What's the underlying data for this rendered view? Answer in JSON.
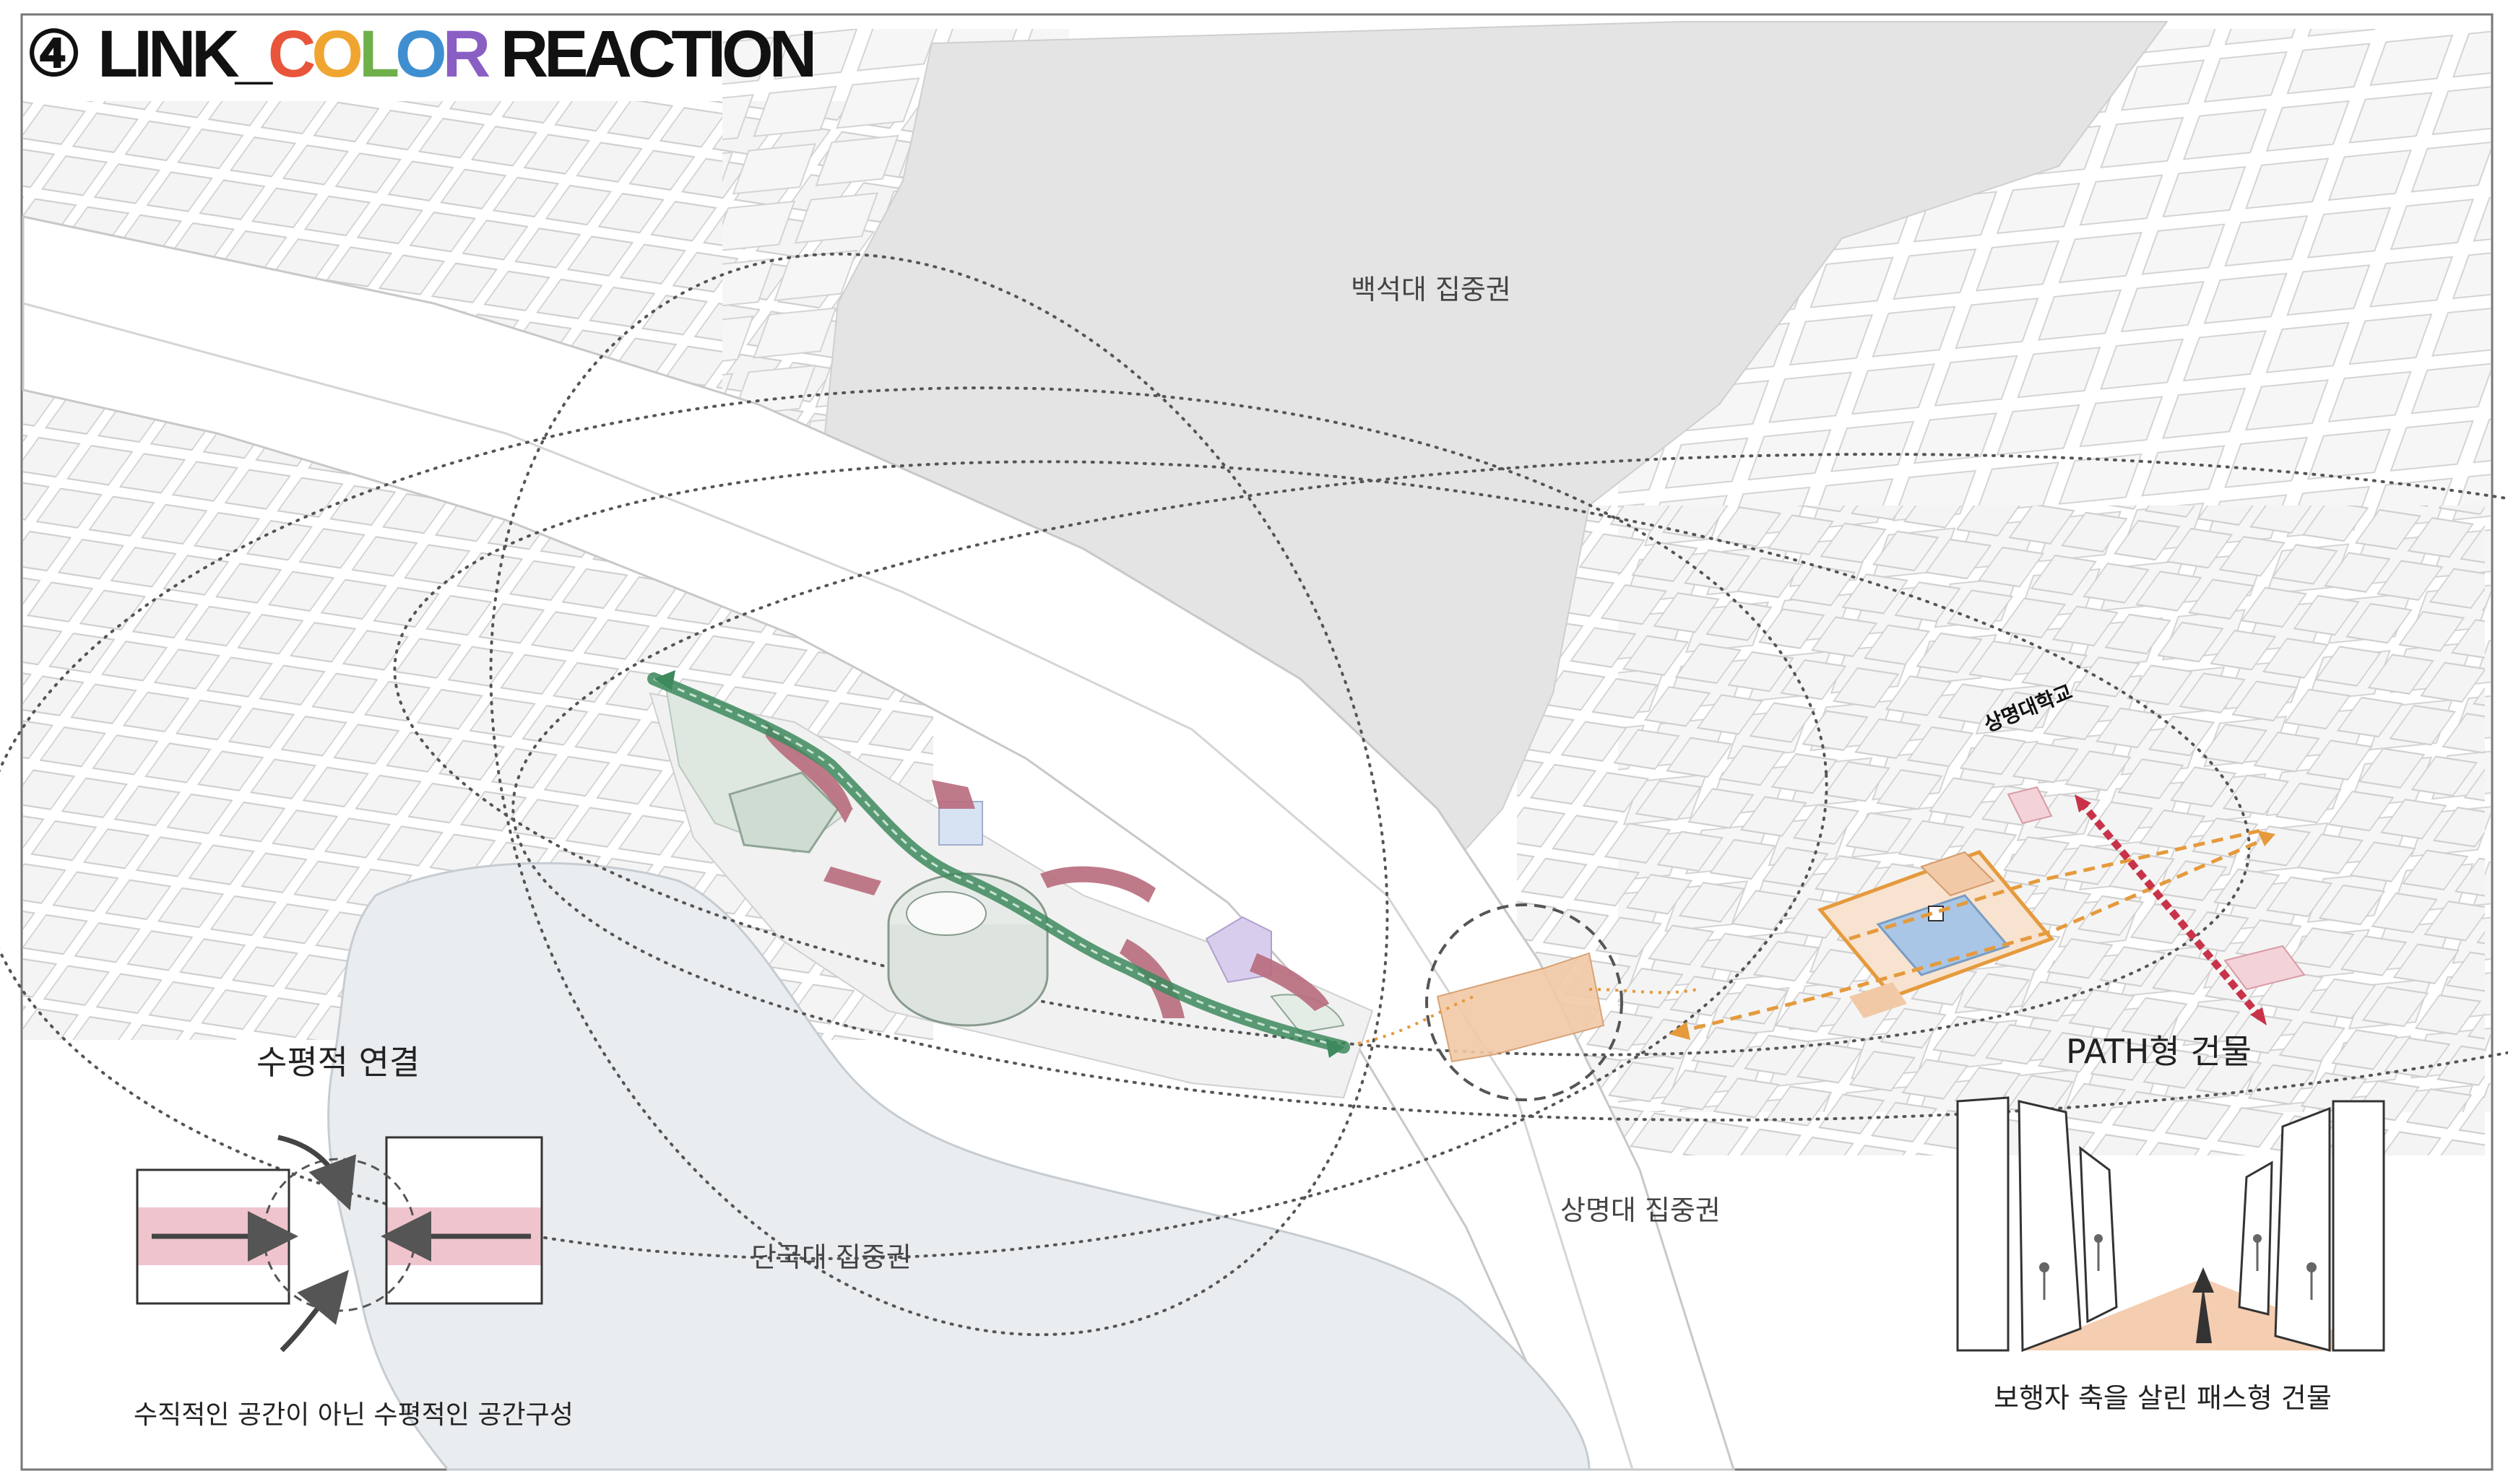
{
  "title": {
    "number": "④",
    "prefix": "LINK_",
    "color_letters": [
      {
        "ch": "C",
        "color": "#e8553a"
      },
      {
        "ch": "O",
        "color": "#f0a531"
      },
      {
        "ch": "L",
        "color": "#6fb04a"
      },
      {
        "ch": "O",
        "color": "#3f8fd0"
      },
      {
        "ch": "R",
        "color": "#8a5fc4"
      }
    ],
    "suffix": " REACTION"
  },
  "labels": {
    "baekseok": "백석대 집중권",
    "sangmyung_univ": "상명대학교",
    "sangmyung_zone": "상명대 집중권",
    "dankook_zone": "단국대 집중권",
    "path_building": "PATH형 건물",
    "horizontal_link": "수평적 연결",
    "horizontal_caption": "수직적인 공간이 아닌 수평적인 공간구성",
    "path_caption": "보행자 축을 살린 패스형 건물"
  },
  "colors": {
    "ground": "#ffffff",
    "block_fill": "#f3f3f3",
    "block_stroke": "#c9c9c9",
    "water": "#e9edf0",
    "dark_zone": "#e3e4e3",
    "green_path": "#3d8a5e",
    "pink": "#d89aa6",
    "maroon": "#b86b7c",
    "orange": "#e59a3c",
    "peach": "#f2c9a6",
    "blue": "#a9c6e6",
    "lavender": "#d9cdee",
    "red_axis": "#c8334a"
  }
}
